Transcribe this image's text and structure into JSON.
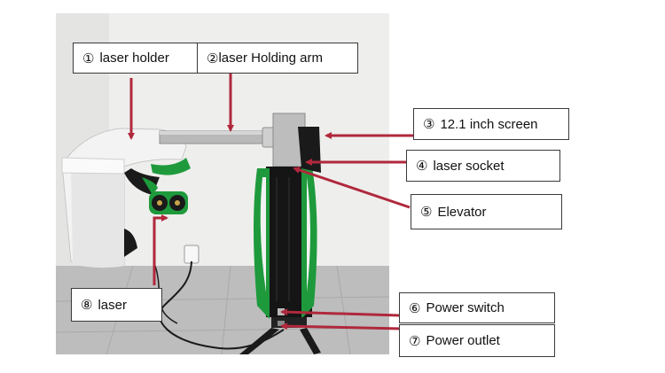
{
  "callouts": [
    {
      "num": "①",
      "text": "laser holder"
    },
    {
      "num": "②",
      "text": "laser Holding arm"
    },
    {
      "num": "③",
      "text": "12.1 inch screen"
    },
    {
      "num": "④",
      "text": "laser socket"
    },
    {
      "num": "⑤",
      "text": "Elevator"
    },
    {
      "num": "⑥",
      "text": "Power switch"
    },
    {
      "num": "⑦",
      "text": "Power outlet"
    },
    {
      "num": "⑧",
      "text": "laser"
    }
  ],
  "colors": {
    "arrow": "#b0283c",
    "accent_green": "#1e9a3c",
    "box_border": "#3a3a3a"
  }
}
